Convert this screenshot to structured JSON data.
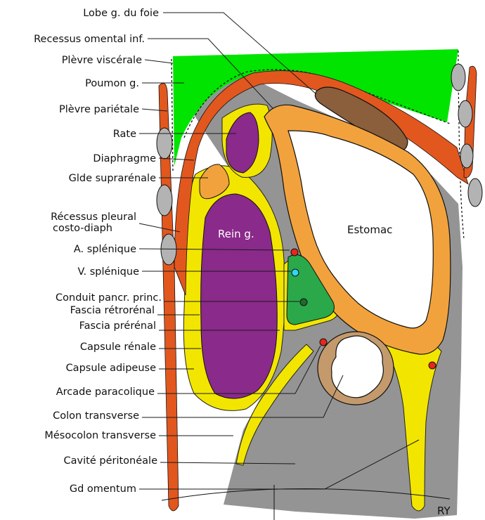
{
  "labels": [
    "Lobe g. du foie",
    "Recessus omental inf.",
    "Plèvre viscérale",
    "Poumon g.",
    "Plèvre pariétale",
    "Rate",
    "Diaphragme",
    "Glde suprarénale",
    "Récessus pleural",
    "costo-diaph",
    "A. splénique",
    "V. splénique",
    "Conduit pancr. princ.",
    "Fascia rétrorénal",
    "Fascia prérénal",
    "Capsule rénale",
    "Capsule adipeuse",
    "Arcade paracolique",
    "Colon transverse",
    "Mésocolon transverse",
    "Cavité péritonéale",
    "Gd omentum"
  ],
  "inner_labels": {
    "kidney": "Rein g.",
    "stomach": "Estomac",
    "author": "RY"
  },
  "colors": {
    "lung": "#00e400",
    "diaphragm": "#e2571e",
    "rib": "#b3b3b3",
    "peritoneum": "#949494",
    "fat": "#f2e600",
    "stomach": "#f2a23c",
    "liver": "#8b5e3c",
    "kidney": "#8a2a8a",
    "spleen": "#8a2a8a",
    "pancreas": "#2ba84a",
    "colon": "#c49a6c",
    "artery": "#e8261a",
    "vein": "#33d6f2",
    "duct": "#1f6b2c"
  }
}
